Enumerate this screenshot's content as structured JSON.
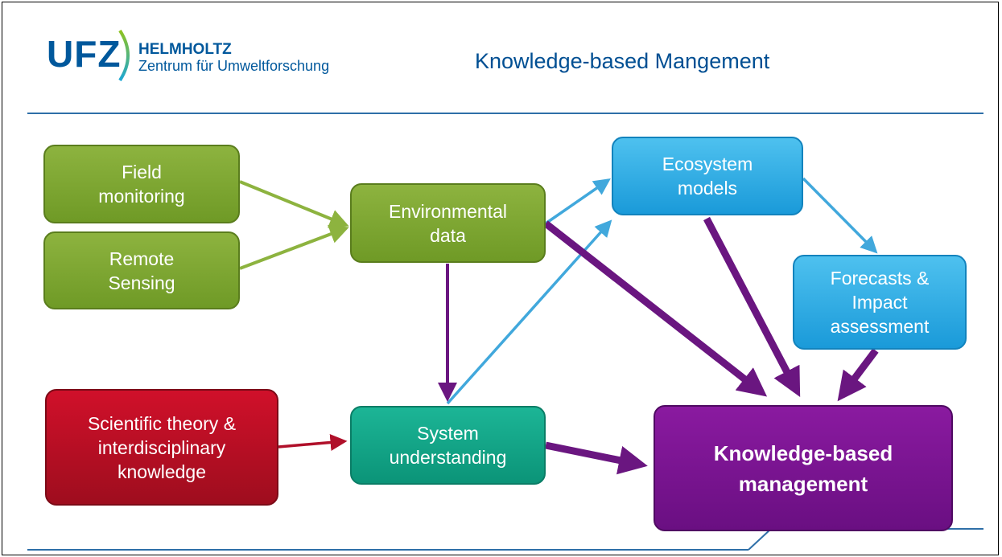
{
  "header": {
    "logo_ufz": "UFZ",
    "logo_helmholtz": "HELMHOLTZ",
    "logo_subtitle": "Zentrum für Umweltforschung",
    "title": "Knowledge-based Mangement"
  },
  "nodes": {
    "field_monitoring": "Field\nmonitoring",
    "remote_sensing": "Remote\nSensing",
    "environmental_data": "Environmental\ndata",
    "ecosystem_models": "Ecosystem\nmodels",
    "forecasts": "Forecasts &\nImpact\nassessment",
    "scientific_theory": "Scientific theory &\ninterdisciplinary\nknowledge",
    "system_understanding": "System\nunderstanding",
    "knowledge_management": "Knowledge-based\nmanagement"
  },
  "colors": {
    "green_arrow": "#8db33f",
    "blue_arrow": "#41a8dc",
    "purple_arrow": "#6a1680",
    "red_arrow": "#b0102a",
    "brand": "#00589c"
  }
}
